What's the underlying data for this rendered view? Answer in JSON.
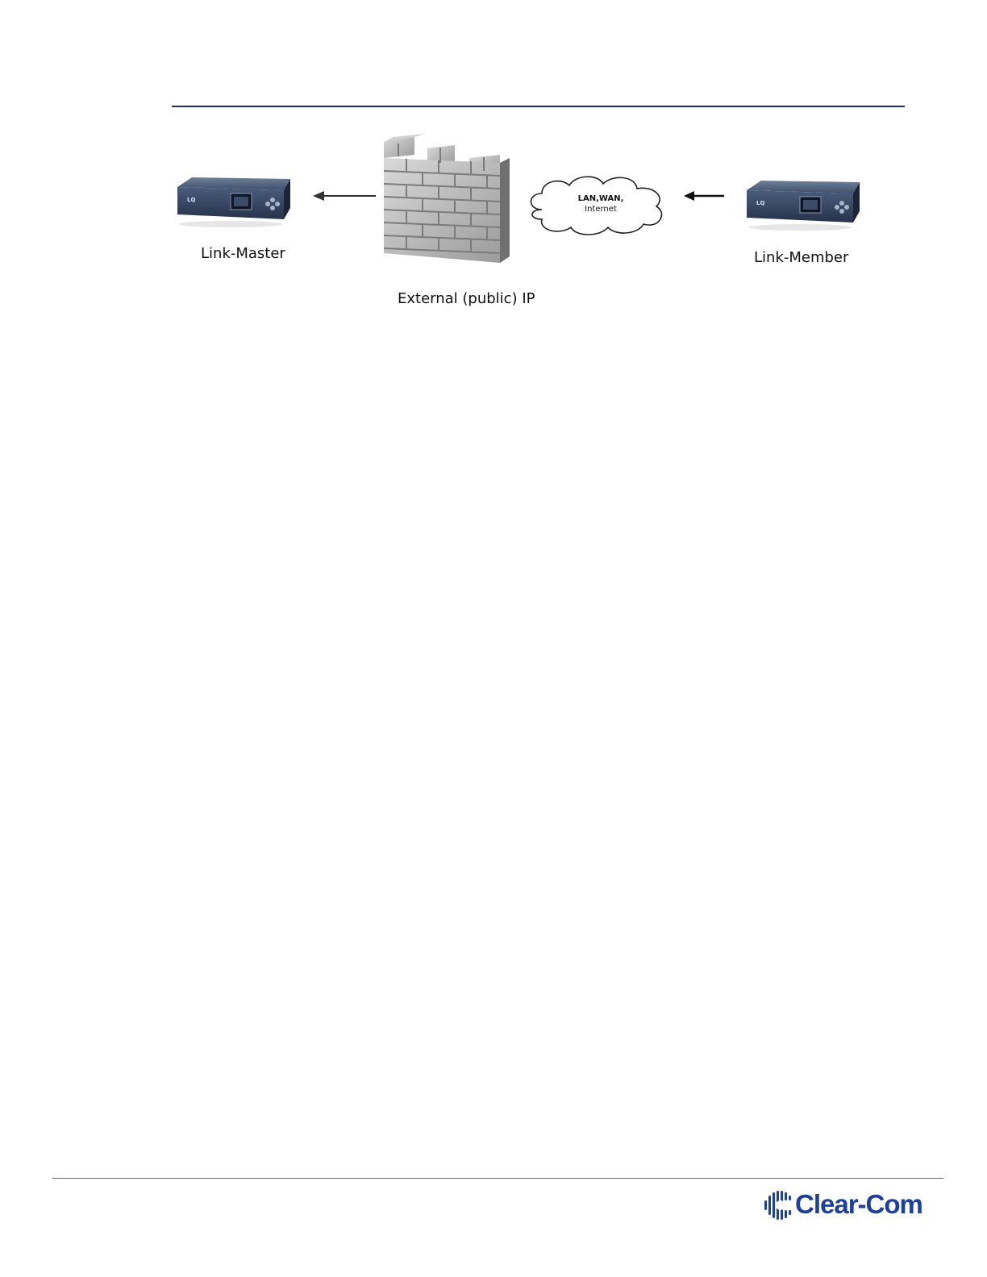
{
  "diagram": {
    "link_master_label": "Link-Master",
    "link_member_label": "Link-Member",
    "firewall_label": "External (public) IP",
    "cloud_line1": "LAN,WAN,",
    "cloud_line2": "Internet",
    "device_badge": "LQ"
  },
  "footer": {
    "logo_text": "Clear-Com",
    "logo_mark": "®"
  },
  "colors": {
    "rule": "#1f2a6b",
    "brand": "#1e3f9a"
  }
}
